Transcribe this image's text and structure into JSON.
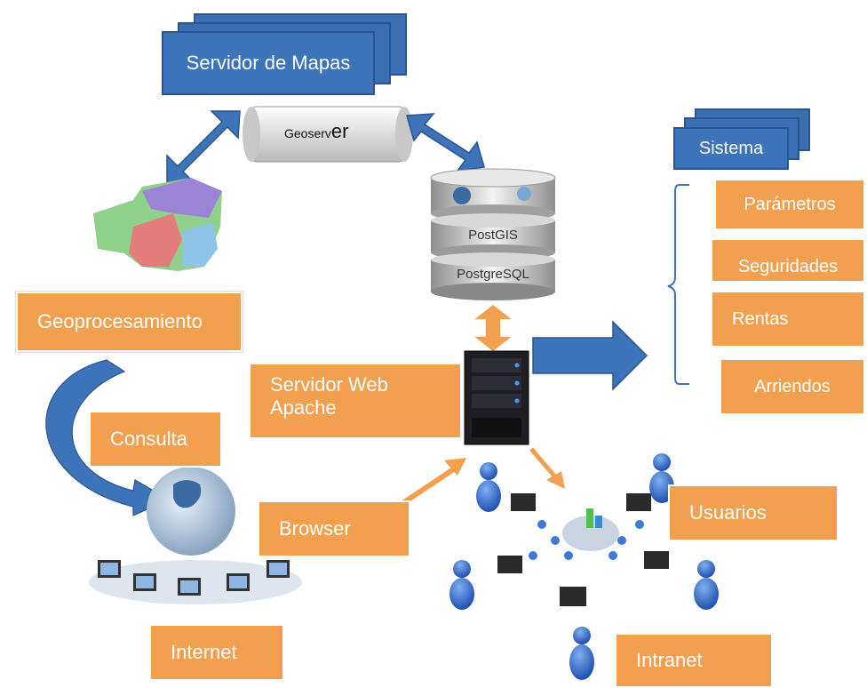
{
  "servidor_mapas": {
    "label": "Servidor de Mapas"
  },
  "geoserver": {
    "label_small": "Geoserv",
    "label_large": "er"
  },
  "database": {
    "postgis": "PostGIS",
    "postgresql": "PostgreSQL"
  },
  "sistema": {
    "title": "Sistema",
    "items": [
      "Parámetros",
      "Seguridades",
      "Rentas",
      "Arriendos"
    ]
  },
  "geoprocesamiento": {
    "label": "Geoprocesamiento"
  },
  "servidor_web": {
    "line1": "Servidor Web",
    "line2": "Apache"
  },
  "consulta": {
    "label": "Consulta"
  },
  "browser": {
    "label": "Browser"
  },
  "usuarios": {
    "label": "Usuarios"
  },
  "internet": {
    "label": "Internet"
  },
  "intranet": {
    "label": "Intranet"
  },
  "colors": {
    "orange": "#f2a04f",
    "blue": "#3d73b9",
    "dark_blue": "#2a5590"
  }
}
